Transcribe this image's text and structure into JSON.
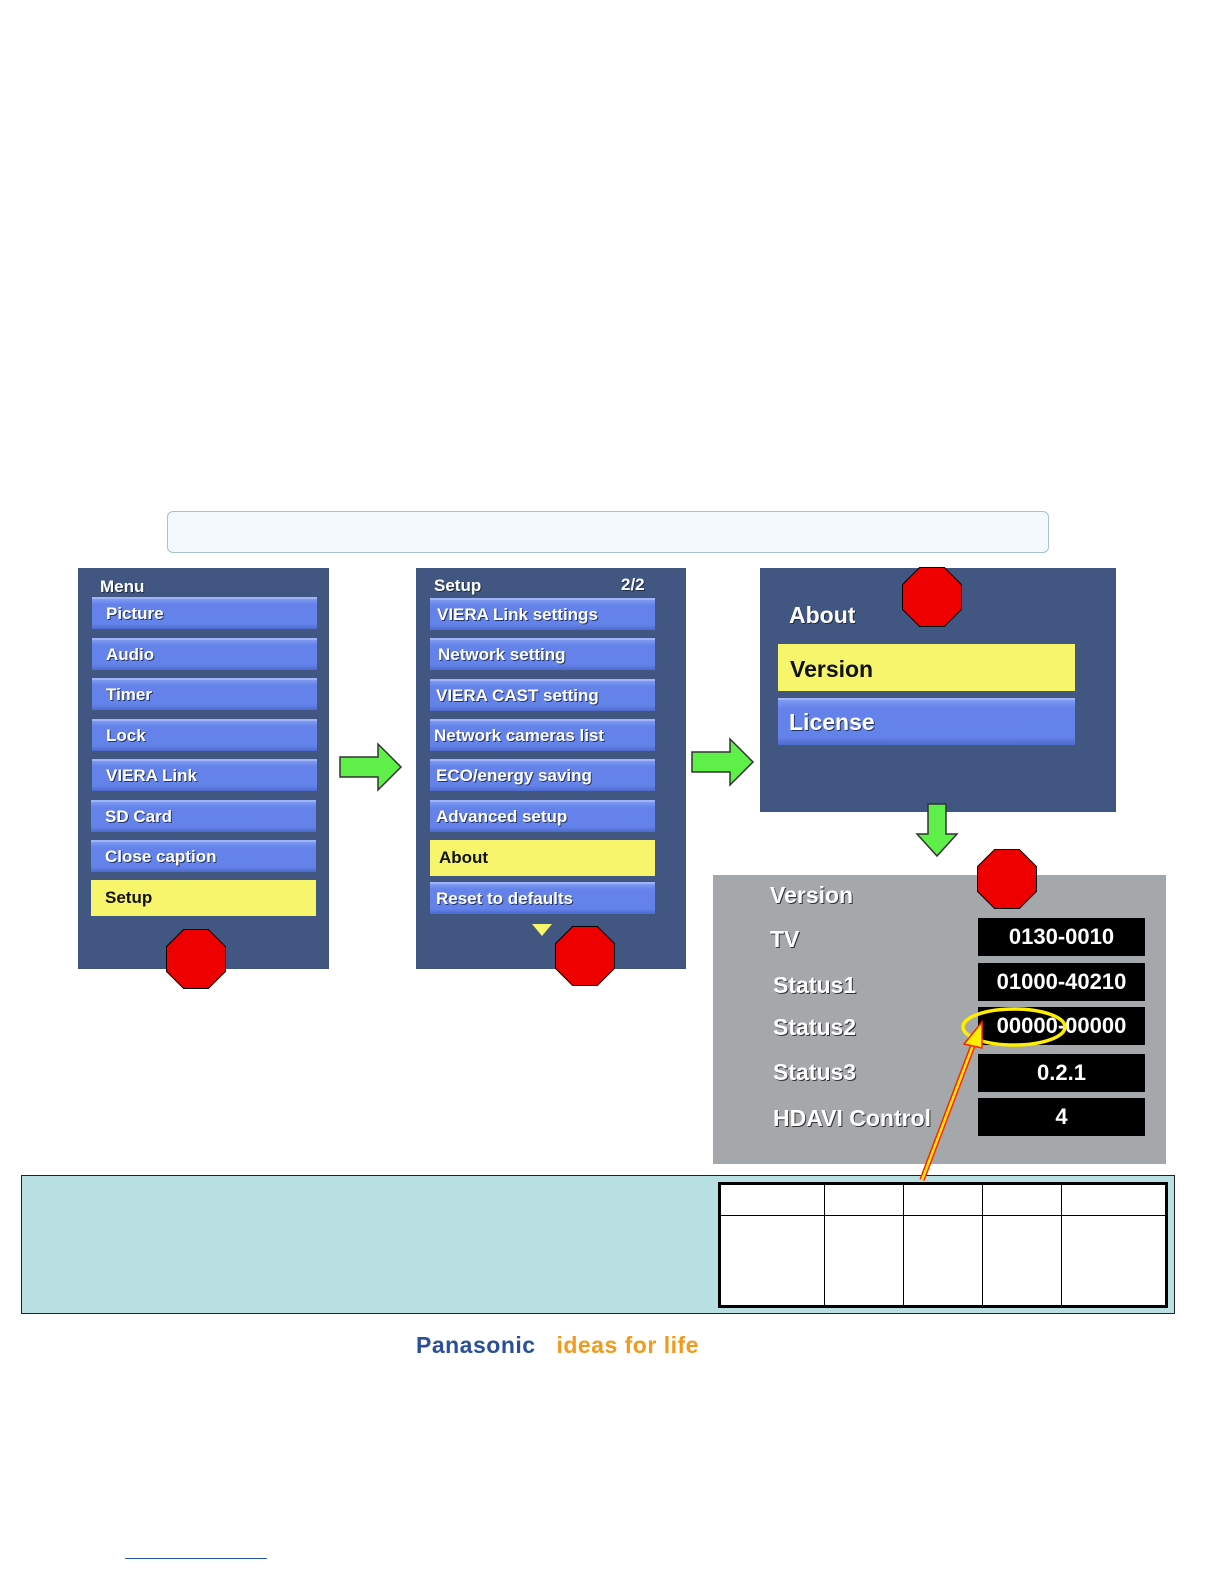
{
  "menu": {
    "title": "Menu",
    "items": [
      "Picture",
      "Audio",
      "Timer",
      "Lock",
      "VIERA Link",
      "SD Card",
      "Close caption",
      "Setup"
    ],
    "selected": "Setup"
  },
  "setup": {
    "title": "Setup",
    "page": "2/2",
    "items": [
      "VIERA Link settings",
      "Network setting",
      "VIERA CAST setting",
      "Network cameras list",
      "ECO/energy saving",
      "Advanced setup",
      "About",
      "Reset to defaults"
    ],
    "selected": "About"
  },
  "about": {
    "title": "About",
    "items": [
      "Version",
      "License"
    ],
    "selected": "Version"
  },
  "version": {
    "title": "Version",
    "rows": [
      {
        "label": "TV",
        "value": "0130-0010"
      },
      {
        "label": "Status1",
        "value": "01000-40210"
      },
      {
        "label": "Status2",
        "value": "00000-00000"
      },
      {
        "label": "Status3",
        "value": "0.2.1"
      },
      {
        "label": "HDAVI Control",
        "value": "4"
      }
    ]
  },
  "footer": {
    "brand": "Panasonic",
    "tagline": "ideas for life"
  },
  "colors": {
    "panel": "#415781",
    "item": "#6483ea",
    "selected": "#f6f56c",
    "arrow": "#5ef048",
    "stop": "#ee0000",
    "brand_blue": "#2b4f9a",
    "brand_orange": "#f39a1e",
    "note_box": "#b8e0e2"
  }
}
